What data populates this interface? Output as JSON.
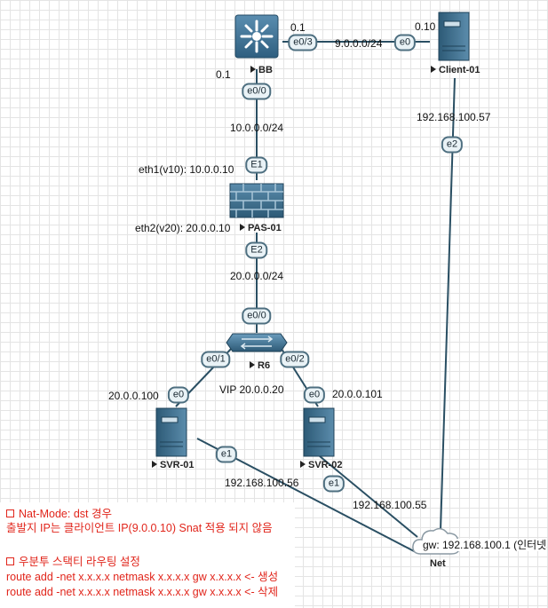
{
  "devices": {
    "bb": {
      "name": "BB"
    },
    "client": {
      "name": "Client-01"
    },
    "pas": {
      "name": "PAS-01"
    },
    "r6": {
      "name": "R6"
    },
    "svr1": {
      "name": "SVR-01"
    },
    "svr2": {
      "name": "SVR-02"
    },
    "net": {
      "name": "Net"
    }
  },
  "ports": {
    "bb_e03": "e0/3",
    "bb_e00": "e0/0",
    "client_e0": "e0",
    "client_e2": "e2",
    "pas_e1": "E1",
    "pas_e2": "E2",
    "r6_e00": "e0/0",
    "r6_e01": "e0/1",
    "r6_e02": "e0/2",
    "svr1_e0": "e0",
    "svr1_e1": "e1",
    "svr2_e0": "e0",
    "svr2_e1": "e1"
  },
  "labels": {
    "bb_top_ip": "0.1",
    "bb_left_ip": "0.1",
    "client_ip": "0.10",
    "net_9": "9.0.0.0/24",
    "net_10": "10.0.0.0/24",
    "eth1": "eth1(v10): 10.0.0.10",
    "eth2": "eth2(v20): 20.0.0.10",
    "net_20": "20.0.0.0/24",
    "vip": "VIP 20.0.0.20",
    "svr1_ip": "20.0.0.100",
    "svr2_ip": "20.0.0.101",
    "client_mgmt": "192.168.100.57",
    "svr1_mgmt": "192.168.100.56",
    "svr2_mgmt": "192.168.100.55",
    "gw": "gw: 192.168.100.1 (인터넷"
  },
  "notes": {
    "nat_title": "Nat-Mode: dst 경우",
    "nat_body": "출발지 IP는 클라이언트 IP(9.0.0.10) Snat 적용 되지 않음",
    "route_title": "우분투 스택티 라우팅 설정",
    "route_add": "route add -net x.x.x.x netmask x.x.x.x gw x.x.x.x <- 생성",
    "route_del": "route add -net x.x.x.x netmask x.x.x.x gw x.x.x.x <- 삭제"
  },
  "colors": {
    "link": "#2a4f63",
    "note": "#e1251b",
    "device": "#3d6b87"
  }
}
